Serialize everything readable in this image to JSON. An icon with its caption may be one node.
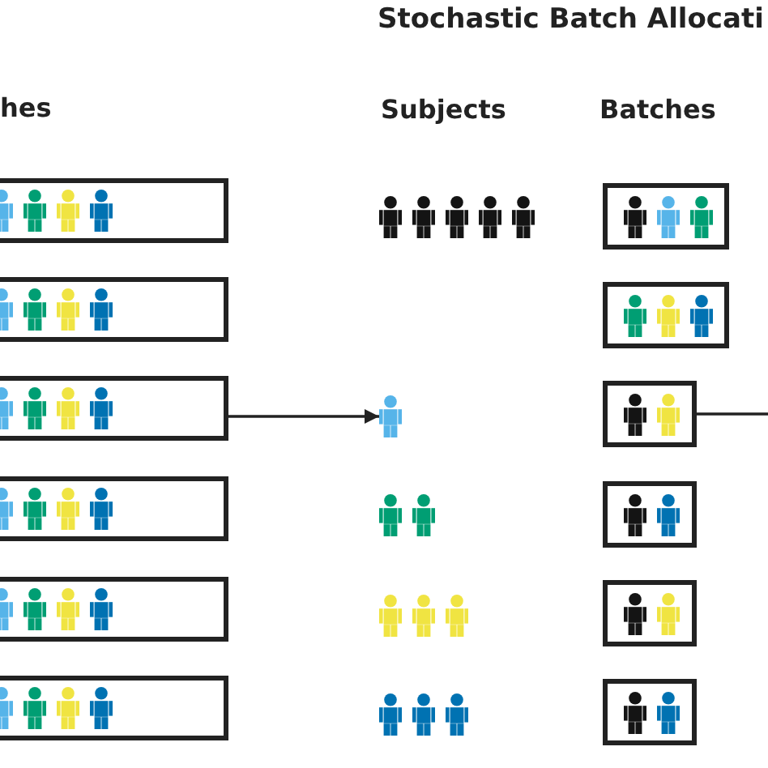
{
  "diagram": {
    "title": "Stochastic Batch Allocati",
    "nodes": [
      {
        "text": [],
        "shape": "box"
      },
      {
        "text": [],
        "shape": "box"
      },
      {
        "text": [],
        "shape": "box"
      },
      {
        "text": [],
        "shape": "box"
      },
      {
        "text": [],
        "shape": "box"
      },
      {
        "text": [],
        "shape": "box"
      },
      {
        "text": [],
        "shape": "person"
      },
      {
        "text": [],
        "shape": "person"
      },
      {
        "text": [],
        "shape": "person"
      },
      {
        "text": [],
        "shape": "person"
      },
      {
        "text": [],
        "shape": "person"
      },
      {
        "text": [],
        "shape": "box"
      },
      {
        "text": [],
        "shape": "box"
      },
      {
        "text": [],
        "shape": "box"
      },
      {
        "text": [],
        "shape": "box"
      },
      {
        "text": [],
        "shape": "box"
      },
      {
        "text": [],
        "shape": "box"
      }
    ],
    "edges": [
      {
        "from": 2,
        "to": 7,
        "arrow": "to"
      },
      {
        "from": 13,
        "to": null,
        "arrow": "none"
      }
    ],
    "labels": [
      "hes",
      "Subjects",
      "Batches"
    ]
  }
}
